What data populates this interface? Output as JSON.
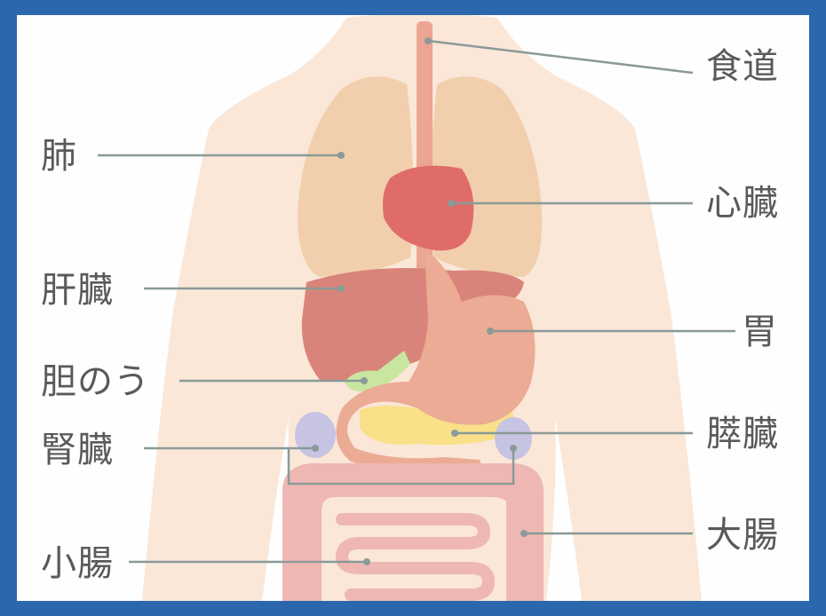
{
  "labels": {
    "esophagus": "食道",
    "lung": "肺",
    "heart": "心臓",
    "liver": "肝臓",
    "stomach": "胃",
    "gallbladder": "胆のう",
    "kidney": "腎臓",
    "pancreas": "膵臓",
    "small_intestine": "小腸",
    "large_intestine": "大腸"
  },
  "colors": {
    "frame": "#2a67ad",
    "body": "#fae7d8",
    "lung": "#f1cfad",
    "heart": "#e06c6a",
    "liver": "#d9847a",
    "stomach": "#ecab94",
    "esophagus": "#eca493",
    "gallbladder": "#c8e6a0",
    "pancreas": "#f9e089",
    "kidney": "#c7c4e3",
    "intestine": "#efb7b3",
    "leader": "#8a9a98"
  }
}
